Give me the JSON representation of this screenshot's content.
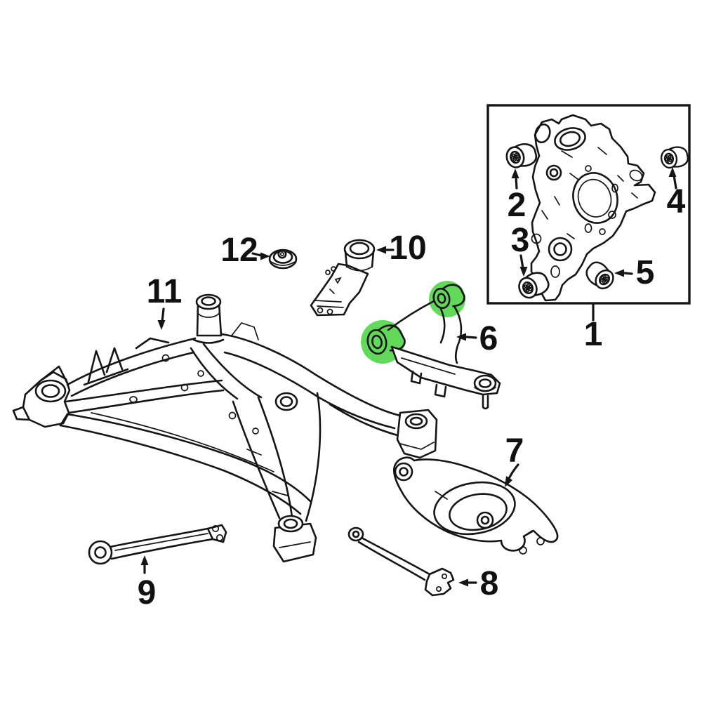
{
  "diagram": {
    "type": "exploded-parts-diagram",
    "subject": "rear-suspension-components",
    "background": "#ffffff",
    "line_color": "#151515",
    "highlight_color": "#63D95C",
    "highlighted_callout": "6"
  },
  "callouts": [
    {
      "number": "1",
      "part": "rear-knuckle-kit-box"
    },
    {
      "number": "2",
      "part": "knuckle-bushing"
    },
    {
      "number": "3",
      "part": "knuckle-bushing"
    },
    {
      "number": "4",
      "part": "knuckle-bushing"
    },
    {
      "number": "5",
      "part": "knuckle-bushing"
    },
    {
      "number": "6",
      "part": "upper-link-arm",
      "highlighted": true
    },
    {
      "number": "7",
      "part": "lower-control-arm"
    },
    {
      "number": "8",
      "part": "lateral-link-rod"
    },
    {
      "number": "9",
      "part": "lateral-link-rod"
    },
    {
      "number": "10",
      "part": "support-bracket"
    },
    {
      "number": "11",
      "part": "suspension-crossmember"
    },
    {
      "number": "12",
      "part": "grommet-washer"
    }
  ]
}
